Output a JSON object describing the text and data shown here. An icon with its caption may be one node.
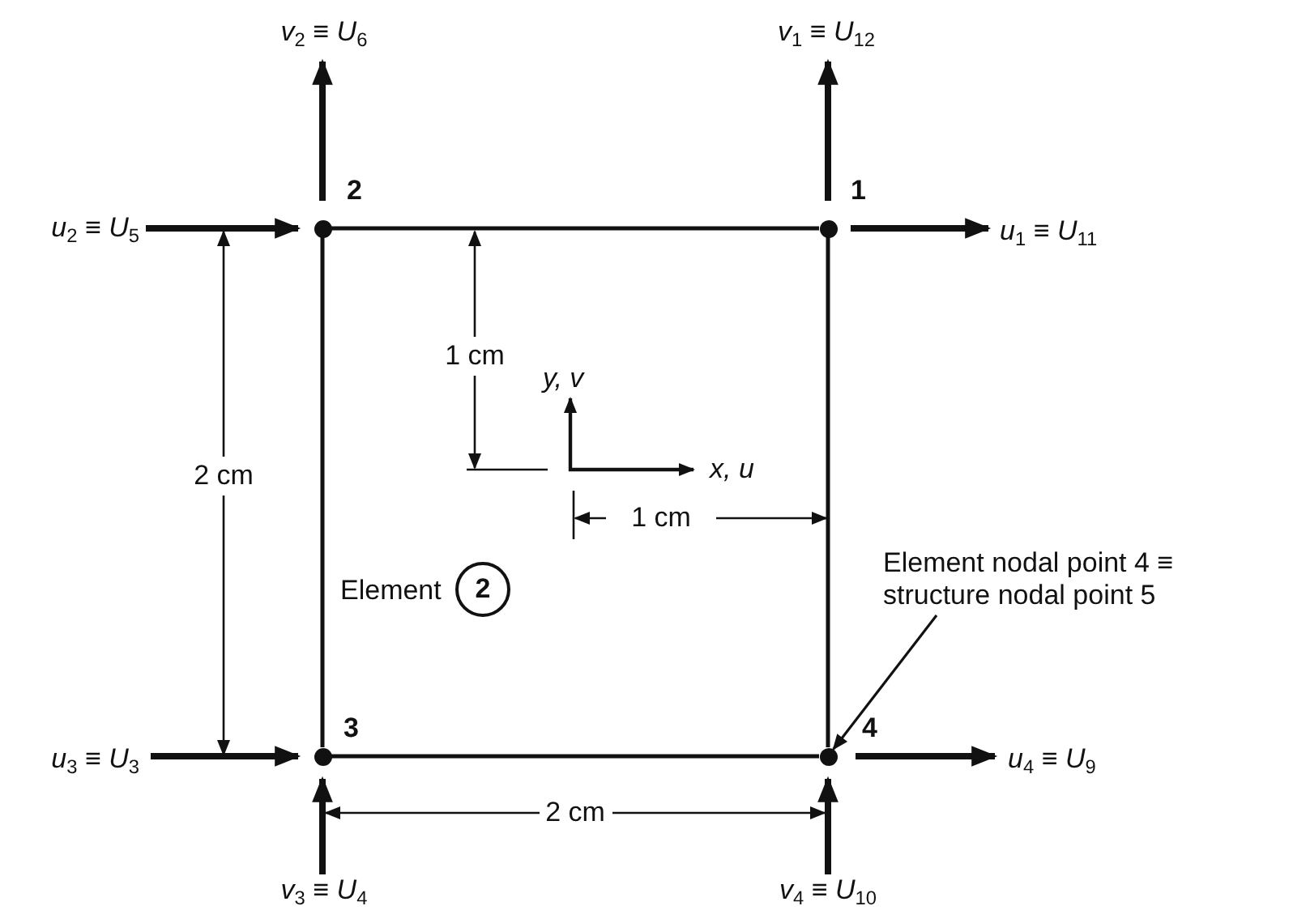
{
  "diagram": {
    "nodes": [
      {
        "text": [],
        "shape": "circle",
        "beside": [
          "2"
        ]
      },
      {
        "text": [],
        "shape": "circle",
        "beside": [
          "1"
        ]
      },
      {
        "text": [
          "2"
        ],
        "beside": [
          "Element"
        ]
      },
      {
        "text": [
          "Element nodal point 4 ≡ structure nodal point 5"
        ]
      },
      {
        "text": [],
        "shape": "circle",
        "beside": [
          "3"
        ]
      },
      {
        "text": [],
        "shape": "circle",
        "beside": [
          "4"
        ]
      }
    ],
    "edges": [
      {
        "from": 0,
        "to": 1,
        "arrow": "none"
      },
      {
        "from": 1,
        "to": 5,
        "arrow": "none"
      },
      {
        "from": 5,
        "to": 4,
        "arrow": "none"
      },
      {
        "from": 4,
        "to": 0,
        "arrow": "none"
      },
      {
        "from": 3,
        "to": 5,
        "arrow": "to"
      }
    ],
    "labels": [
      "*v*$_{2}$ ≡ *U*$_{6}$",
      "*v*$_{1}$ ≡ *U*$_{12}$",
      "*u*$_{2}$ ≡ *U*$_{5}$",
      "*u*$_{1}$ ≡ *U*$_{11}$",
      "1 cm",
      "*y, v*",
      "2 cm",
      "*x, u*",
      "1 cm",
      "*u*$_{3}$ ≡ *U*$_{3}$",
      "*u*$_{4}$ ≡ *U*$_{9}$",
      "2 cm",
      "*v*$_{3}$ ≡ *U*$_{4}$",
      "*v*$_{4}$ ≡ *U*$_{10}$"
    ]
  }
}
